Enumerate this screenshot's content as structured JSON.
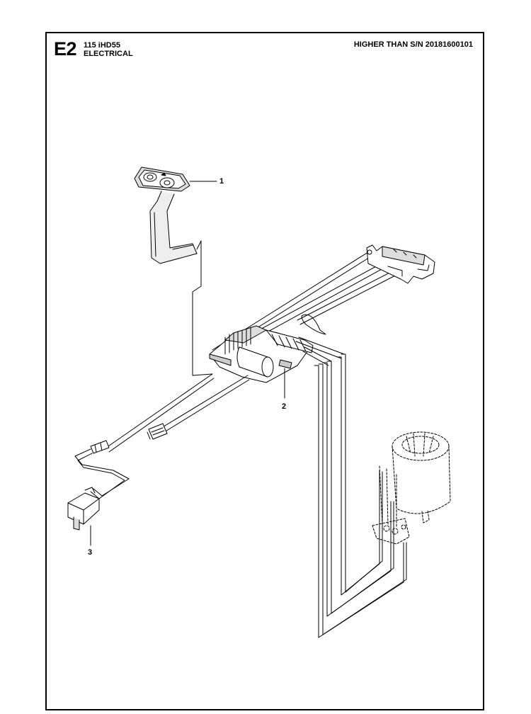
{
  "header": {
    "section_code": "E2",
    "model": "115 iHD55",
    "section_title": "ELECTRICAL",
    "serial_note": "HIGHER THAN S/N 20181600101"
  },
  "callouts": [
    {
      "label": "1",
      "part": "switch-panel"
    },
    {
      "label": "2",
      "part": "wiring-harness-module"
    },
    {
      "label": "3",
      "part": "micro-switch"
    }
  ],
  "colors": {
    "line": "#000000",
    "fill": "#ffffff",
    "shade": "#dddddd"
  }
}
